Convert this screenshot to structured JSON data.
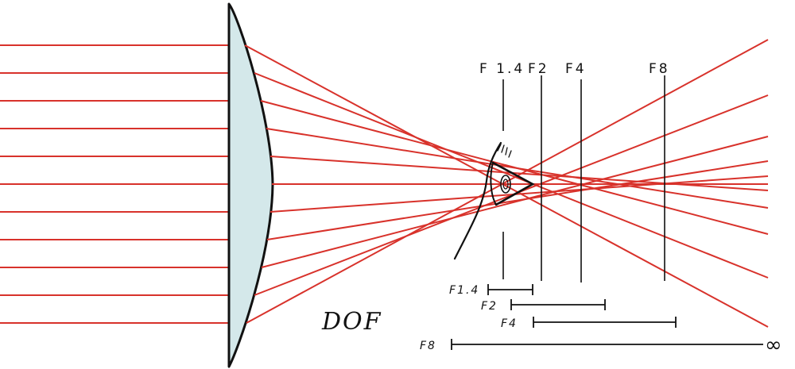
{
  "colors": {
    "ray": "#d8322b",
    "lens_fill": "#d4e8ea",
    "ink": "#111111"
  },
  "lens": {
    "icon": "plano-convex-lens"
  },
  "eye": {
    "icon": "eye-sketch"
  },
  "aperture_labels": [
    {
      "id": "f14",
      "text": "F 1.4"
    },
    {
      "id": "f2",
      "text": "F2"
    },
    {
      "id": "f4",
      "text": "F4"
    },
    {
      "id": "f8",
      "text": "F8"
    }
  ],
  "dof_labels": [
    {
      "id": "f14",
      "text": "F1.4"
    },
    {
      "id": "f2",
      "text": "F2"
    },
    {
      "id": "f4",
      "text": "F4"
    },
    {
      "id": "f8",
      "text": "F8"
    }
  ],
  "dof_title": "DOF",
  "infinity": "∞"
}
